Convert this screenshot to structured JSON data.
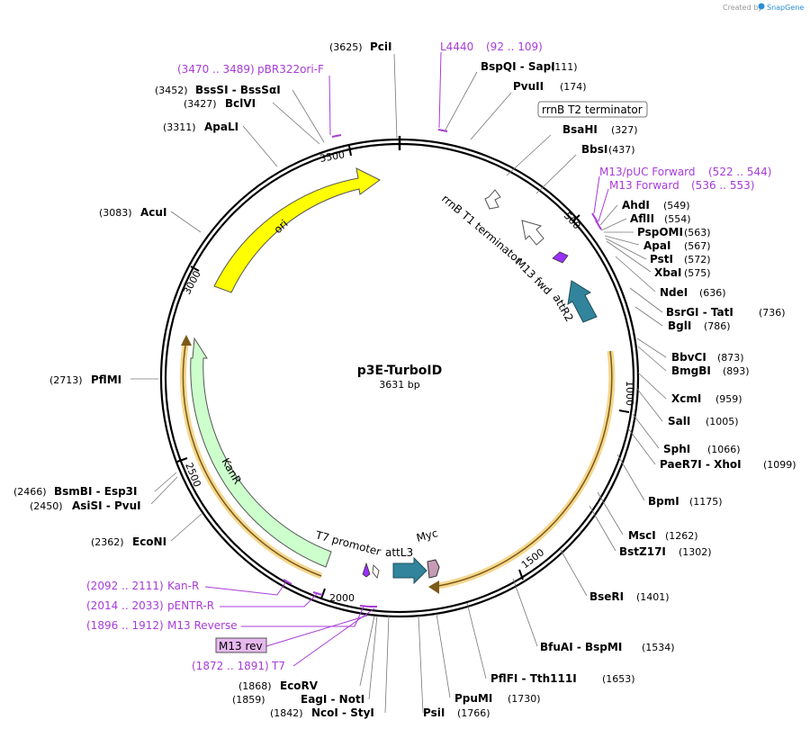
{
  "header": {
    "created_by": "Created by",
    "brand": "SnapGene"
  },
  "plasmid": {
    "name": "p3E-TurboID",
    "length_label": "3631 bp"
  },
  "ticks": [
    "500",
    "1000",
    "1500",
    "2000",
    "2500",
    "3000",
    "3500"
  ],
  "features": {
    "ori": "ori",
    "kanr": "KanR",
    "t7_promoter": "T7 promoter",
    "attl3": "attL3",
    "myc": "Myc",
    "attr2": "attR2",
    "m13_fwd": "M13 fwd",
    "rrnb_t1": "rrnB T1 terminator",
    "rrnb_t2": "rrnB T2 terminator",
    "m13_rev": "M13 rev"
  },
  "enzymes": [
    {
      "name": "PciI",
      "pos": "(3625)"
    },
    {
      "name": "BspQI - SapI",
      "pos": "(111)"
    },
    {
      "name": "PvuII",
      "pos": "(174)"
    },
    {
      "name": "BsaHI",
      "pos": "(327)"
    },
    {
      "name": "BbsI",
      "pos": "(437)"
    },
    {
      "name": "AhdI",
      "pos": "(549)"
    },
    {
      "name": "AflII",
      "pos": "(554)"
    },
    {
      "name": "PspOMI",
      "pos": "(563)"
    },
    {
      "name": "ApaI",
      "pos": "(567)"
    },
    {
      "name": "PstI",
      "pos": "(572)"
    },
    {
      "name": "XbaI",
      "pos": "(575)"
    },
    {
      "name": "NdeI",
      "pos": "(636)"
    },
    {
      "name": "BsrGI - TatI",
      "pos": "(736)"
    },
    {
      "name": "BglI",
      "pos": "(786)"
    },
    {
      "name": "BbvCI",
      "pos": "(873)"
    },
    {
      "name": "BmgBI",
      "pos": "(893)"
    },
    {
      "name": "XcmI",
      "pos": "(959)"
    },
    {
      "name": "SalI",
      "pos": "(1005)"
    },
    {
      "name": "SphI",
      "pos": "(1066)"
    },
    {
      "name": "PaeR7I - XhoI",
      "pos": "(1099)"
    },
    {
      "name": "BpmI",
      "pos": "(1175)"
    },
    {
      "name": "MscI",
      "pos": "(1262)"
    },
    {
      "name": "BstZ17I",
      "pos": "(1302)"
    },
    {
      "name": "BseRI",
      "pos": "(1401)"
    },
    {
      "name": "BfuAI - BspMI",
      "pos": "(1534)"
    },
    {
      "name": "PflFI - Tth111I",
      "pos": "(1653)"
    },
    {
      "name": "PpuMI",
      "pos": "(1730)"
    },
    {
      "name": "PsiI",
      "pos": "(1766)"
    },
    {
      "name": "NcoI - StyI",
      "pos": "(1842)"
    },
    {
      "name": "EagI - NotI",
      "pos": "(1859)"
    },
    {
      "name": "EcoRV",
      "pos": "(1868)"
    },
    {
      "name": "EcoNI",
      "pos": "(2362)"
    },
    {
      "name": "AsiSI - PvuI",
      "pos": "(2450)"
    },
    {
      "name": "BsmBI - Esp3I",
      "pos": "(2466)"
    },
    {
      "name": "PflMI",
      "pos": "(2713)"
    },
    {
      "name": "AcuI",
      "pos": "(3083)"
    },
    {
      "name": "ApaLI",
      "pos": "(3311)"
    },
    {
      "name": "BclVI",
      "pos": "(3427)"
    },
    {
      "name": "BssSI - BssSαI",
      "pos": "(3452)"
    }
  ],
  "primers": [
    {
      "name": "L4440",
      "range": "(92 .. 109)"
    },
    {
      "name": "M13/pUC Forward",
      "range": "(522 .. 544)"
    },
    {
      "name": "M13 Forward",
      "range": "(536 .. 553)"
    },
    {
      "name": "pBR322ori-F",
      "range": "(3470 .. 3489)"
    },
    {
      "name": "Kan-R",
      "range": "(2092 .. 2111)"
    },
    {
      "name": "pENTR-R",
      "range": "(2014 .. 2033)"
    },
    {
      "name": "M13 Reverse",
      "range": "(1896 .. 1912)"
    },
    {
      "name": "T7",
      "range": "(1872 .. 1891)"
    }
  ],
  "colors": {
    "ori": "#ffff00",
    "kanr": "#ccffcc",
    "att": "#31849b",
    "myc": "#c59bb3",
    "promoter": "#9b30ff",
    "primer": "#a83cd8",
    "cds_highlight": "#f5d78e",
    "brand": "#2a8fd6"
  }
}
